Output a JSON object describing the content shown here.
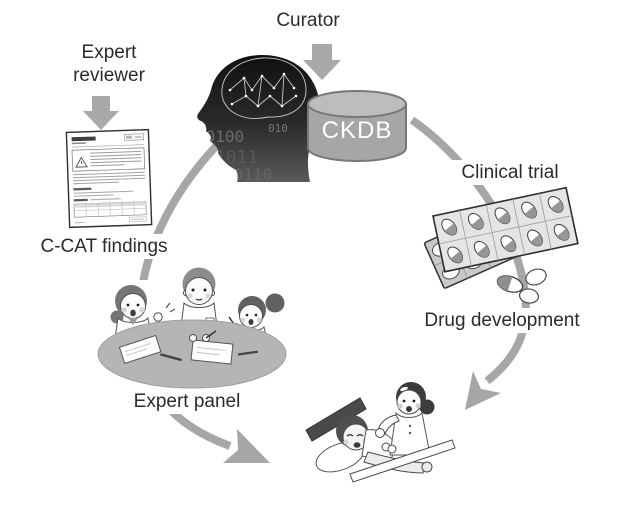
{
  "figure": {
    "type": "cycle-diagram",
    "description": "Knowledge cycle diagram linking curators, CKDB database, expert reviewers, expert panels, clinical trials and drug development to patient care"
  },
  "labels": {
    "curator": "Curator",
    "expert_reviewer": "Expert reviewer",
    "c_cat_findings": "C-CAT findings",
    "expert_panel": "Expert panel",
    "clinical_trial": "Clinical trial",
    "drug_development": "Drug development"
  },
  "database": {
    "label": "CKDB"
  },
  "icons": {
    "curator_arrow": "down-block-arrow",
    "expert_reviewer_arrow": "down-block-arrow",
    "cycle_left_arrow": "curved-arrow-to-bottom-center",
    "cycle_right_arrow": "curved-arrow-to-bottom-center",
    "ai_head": "human-head-silhouette-with-circuit-brain-and-binary",
    "database_cylinder": "database-cylinder",
    "report_document": "c-cat-report-page",
    "pills": "two-blister-packs-with-loose-pills",
    "expert_panel_people": "three-people-discussing-at-round-table",
    "patient_care": "nurse-with-smiling-patient-in-bed"
  },
  "colors": {
    "background": "#ffffff",
    "arrow_gray": "#a6a6a6",
    "label_text": "#2b2b2b",
    "cylinder_body": "#a6a6a6",
    "cylinder_top": "#bdbdbd",
    "cylinder_label_text": "#ffffff",
    "head_dark": "#1b1b1b",
    "illustration_outline": "#4a4a4a"
  }
}
